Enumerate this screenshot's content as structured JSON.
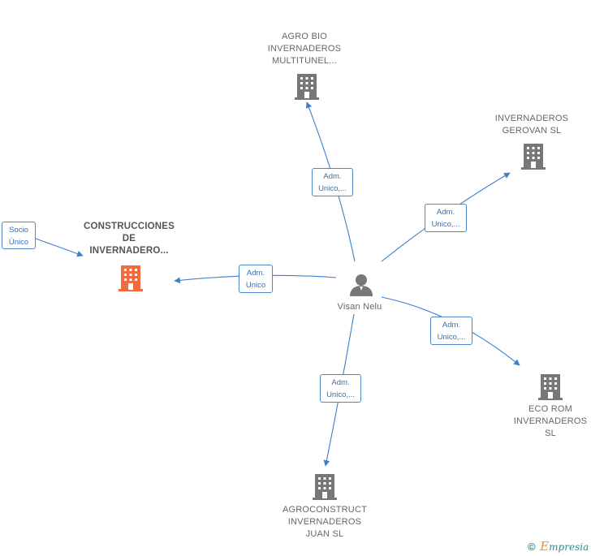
{
  "colors": {
    "edge": "#3d7fd0",
    "building_gray": "#777777",
    "building_orange": "#f26a3d",
    "label": "#666666"
  },
  "person": {
    "name": "Visan Nelu",
    "icon": "person-icon"
  },
  "companies": [
    {
      "id": "agro",
      "lines": [
        "AGRO BIO",
        "INVERNADEROS",
        "MULTITUNEL..."
      ],
      "icon": "building-icon"
    },
    {
      "id": "gerovan",
      "lines": [
        "INVERNADEROS",
        "GEROVAN  SL"
      ],
      "icon": "building-icon"
    },
    {
      "id": "construcciones",
      "lines": [
        "CONSTRUCCIONES",
        "DE",
        "INVERNADERO..."
      ],
      "icon": "building-icon",
      "highlight": true
    },
    {
      "id": "ecorom",
      "lines": [
        "ECO ROM",
        "INVERNADEROS",
        "SL"
      ],
      "icon": "building-icon"
    },
    {
      "id": "agroconstruct",
      "lines": [
        "AGROCONSTRUCT",
        "INVERNADEROS",
        "JUAN  SL"
      ],
      "icon": "building-icon"
    }
  ],
  "relations": [
    {
      "id": "r-agro",
      "lines": [
        "Adm.",
        "Unico,..."
      ]
    },
    {
      "id": "r-gerovan",
      "lines": [
        "Adm.",
        "Unico,..."
      ]
    },
    {
      "id": "r-construcciones",
      "lines": [
        "Adm.",
        "Unico"
      ]
    },
    {
      "id": "r-ecorom",
      "lines": [
        "Adm.",
        "Unico,..."
      ]
    },
    {
      "id": "r-agroconstruct",
      "lines": [
        "Adm.",
        "Unico,..."
      ]
    },
    {
      "id": "r-socio",
      "lines": [
        "Socio",
        "Único"
      ]
    }
  ],
  "footer": {
    "copyright": "©",
    "brand_first": "E",
    "brand_rest": "mpresia"
  }
}
